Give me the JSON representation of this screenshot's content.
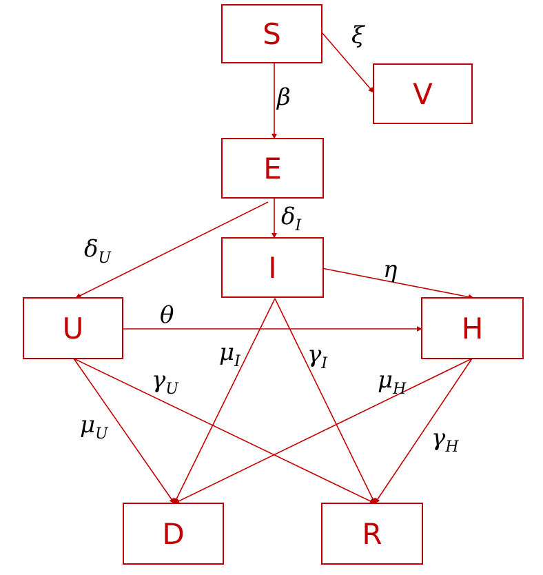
{
  "colors": {
    "accent": "#c00000",
    "text": "#000000"
  },
  "diagram": {
    "nodes": [
      {
        "id": "S",
        "label": "S"
      },
      {
        "id": "V",
        "label": "V"
      },
      {
        "id": "E",
        "label": "E"
      },
      {
        "id": "I",
        "label": "I"
      },
      {
        "id": "U",
        "label": "U"
      },
      {
        "id": "H",
        "label": "H"
      },
      {
        "id": "D",
        "label": "D"
      },
      {
        "id": "R",
        "label": "R"
      }
    ],
    "edges": [
      {
        "from": "S",
        "to": "V",
        "rate": "ξ",
        "sub": ""
      },
      {
        "from": "S",
        "to": "E",
        "rate": "β",
        "sub": ""
      },
      {
        "from": "E",
        "to": "I",
        "rate": "δ",
        "sub": "I"
      },
      {
        "from": "E",
        "to": "U",
        "rate": "δ",
        "sub": "U"
      },
      {
        "from": "I",
        "to": "H",
        "rate": "η",
        "sub": ""
      },
      {
        "from": "U",
        "to": "H",
        "rate": "θ",
        "sub": ""
      },
      {
        "from": "I",
        "to": "D",
        "rate": "μ",
        "sub": "I"
      },
      {
        "from": "I",
        "to": "R",
        "rate": "γ",
        "sub": "I"
      },
      {
        "from": "U",
        "to": "D",
        "rate": "μ",
        "sub": "U"
      },
      {
        "from": "U",
        "to": "R",
        "rate": "γ",
        "sub": "U"
      },
      {
        "from": "H",
        "to": "D",
        "rate": "μ",
        "sub": "H"
      },
      {
        "from": "H",
        "to": "R",
        "rate": "γ",
        "sub": "H"
      }
    ]
  }
}
